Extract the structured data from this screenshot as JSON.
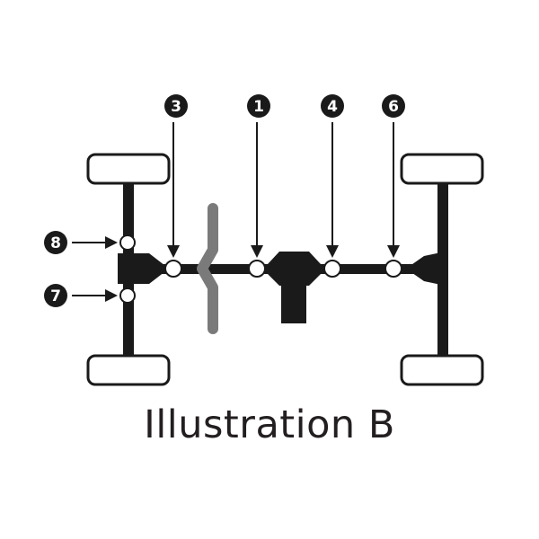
{
  "caption": "Illustration B",
  "markers": {
    "m1": "1",
    "m3": "3",
    "m4": "4",
    "m6": "6",
    "m7": "7",
    "m8": "8"
  },
  "colors": {
    "ink": "#1a1a1a",
    "wheel_stroke": "#1a1a1a",
    "joint_fill": "#ffffff",
    "crossmember": "#7a7a7a"
  }
}
